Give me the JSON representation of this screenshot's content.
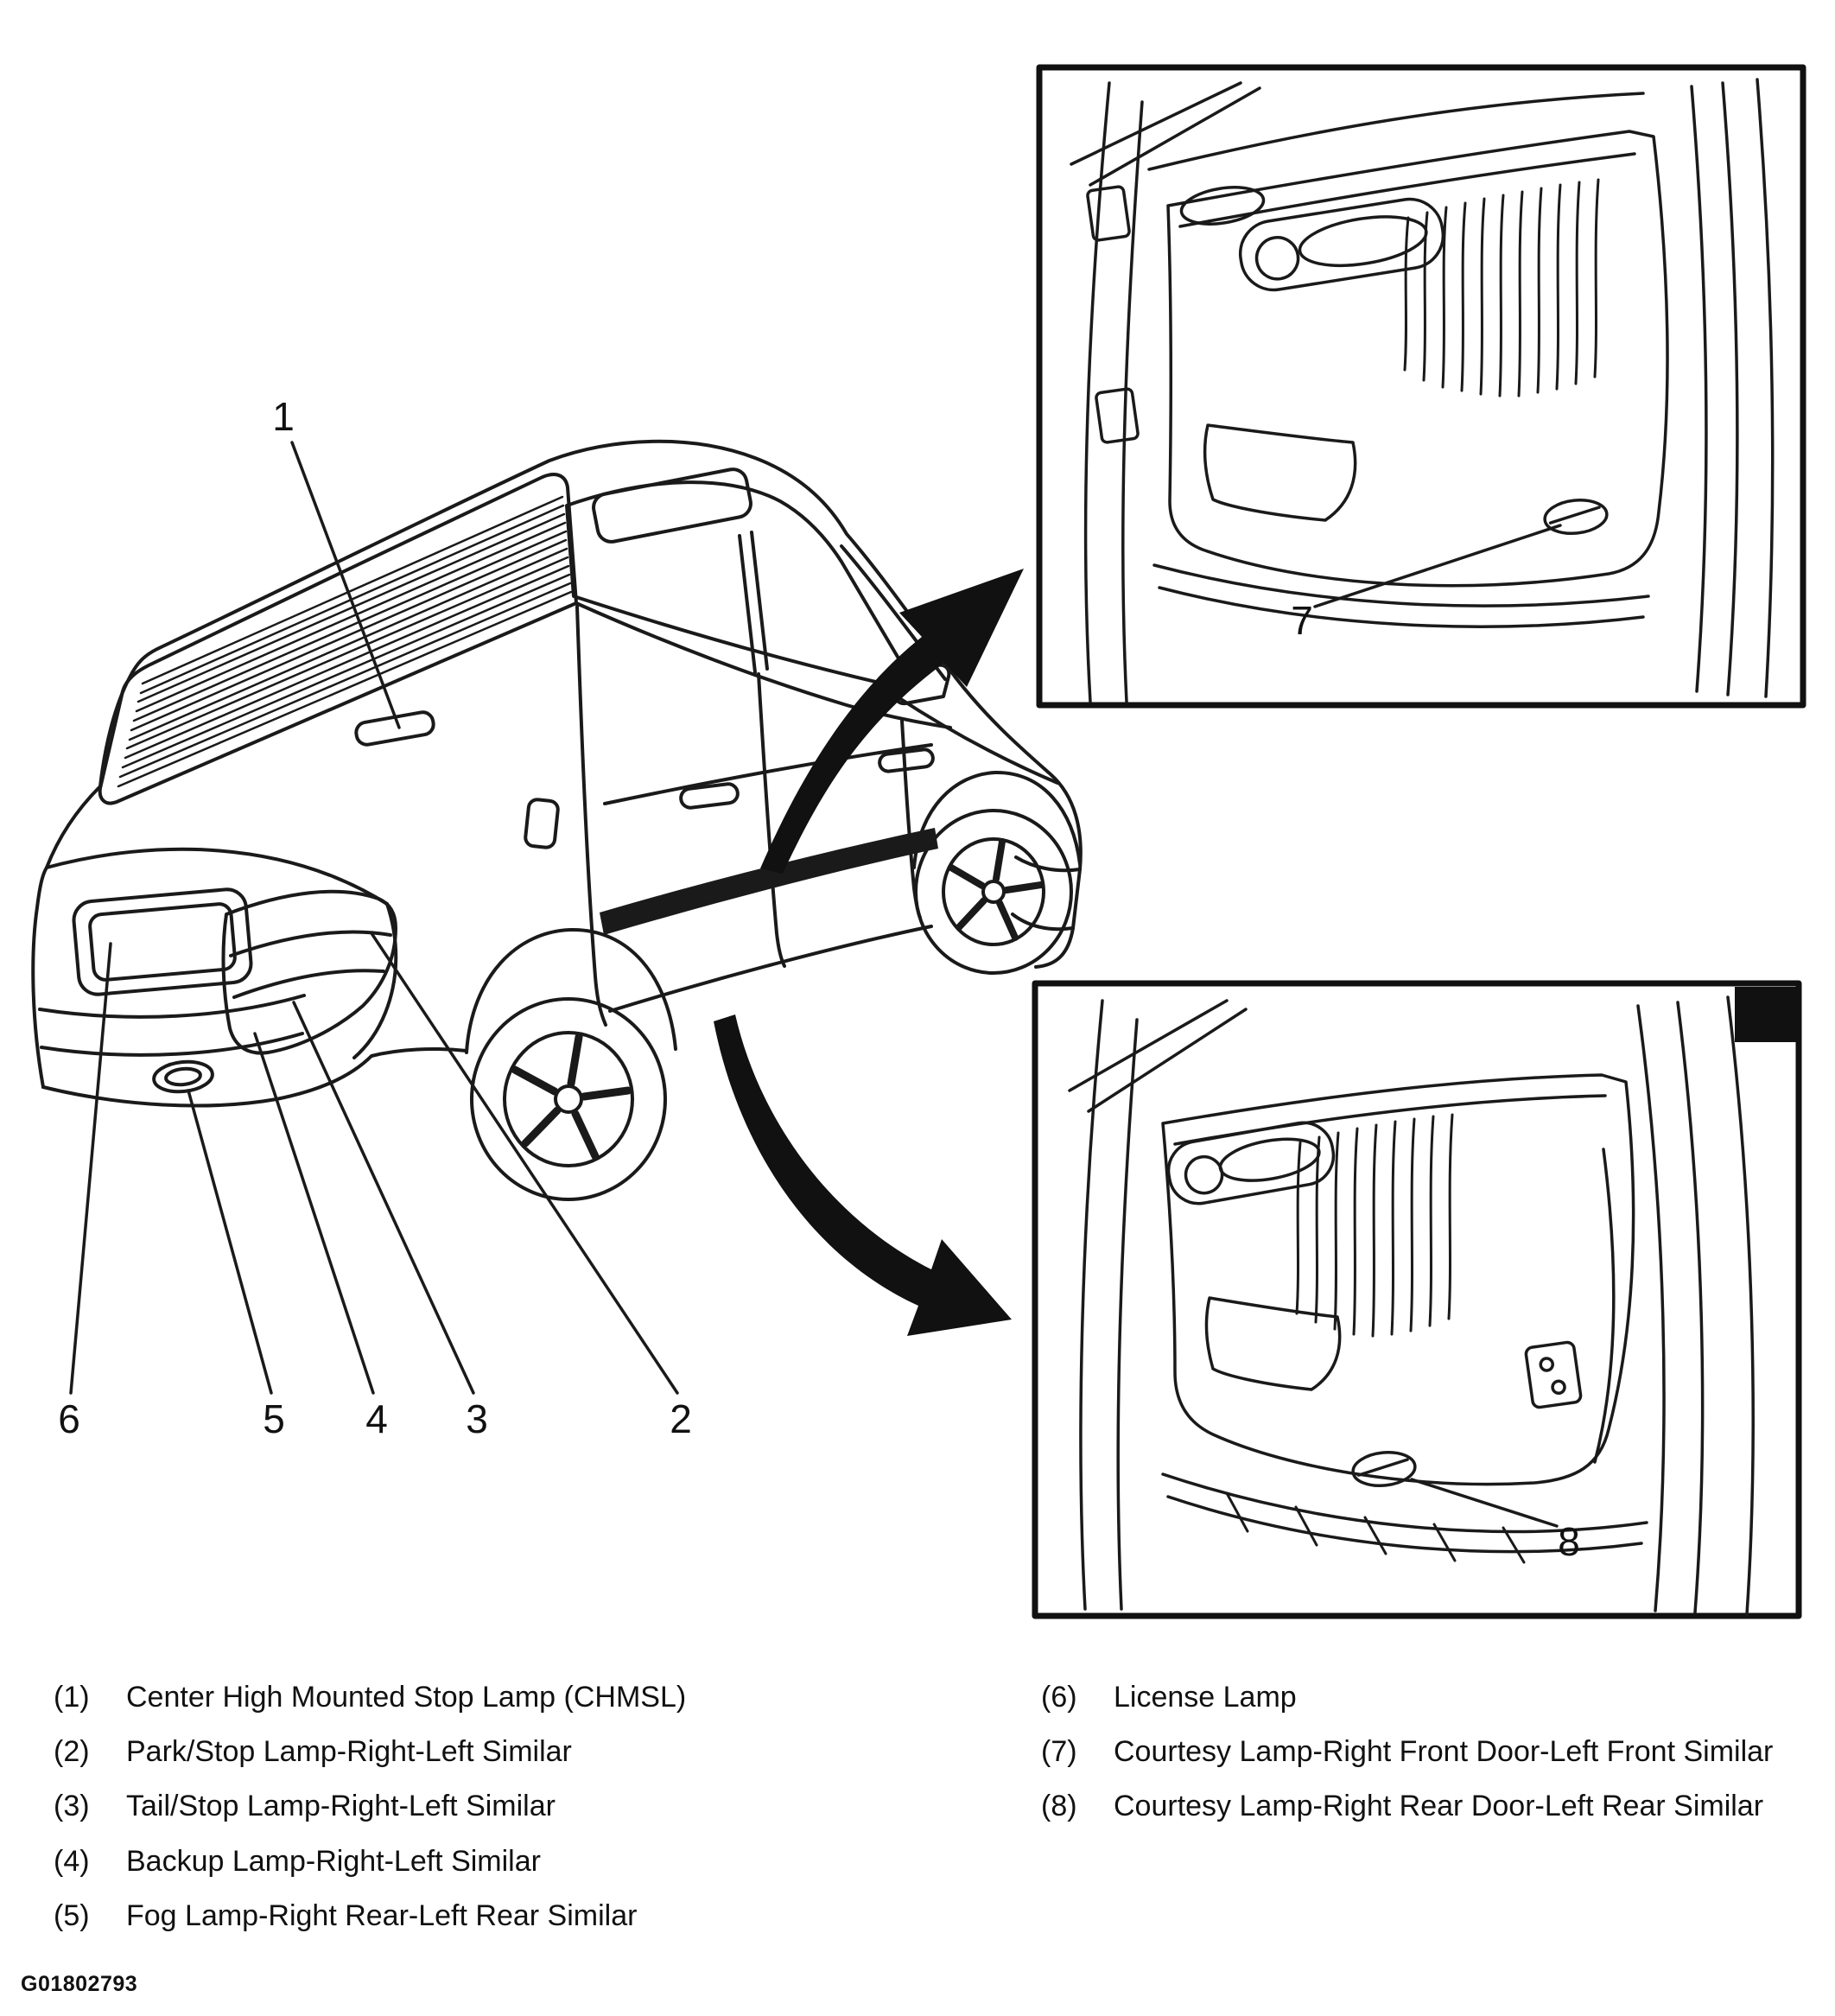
{
  "figure_title": "Rear exterior lamps and courtesy lamp locations diagram",
  "figure_id": "G01802793",
  "colors": {
    "ink": "#1a1a1a",
    "background": "#ffffff",
    "arrow": "#111111"
  },
  "callouts": {
    "c1": "1",
    "c2": "2",
    "c3": "3",
    "c4": "4",
    "c5": "5",
    "c6": "6",
    "c7": "7",
    "c8": "8"
  },
  "legend": {
    "left": [
      {
        "num": "(1)",
        "label": "Center High Mounted Stop Lamp (CHMSL)"
      },
      {
        "num": "(2)",
        "label": "Park/Stop Lamp-Right-Left Similar"
      },
      {
        "num": "(3)",
        "label": "Tail/Stop Lamp-Right-Left Similar"
      },
      {
        "num": "(4)",
        "label": "Backup Lamp-Right-Left Similar"
      },
      {
        "num": "(5)",
        "label": "Fog Lamp-Right Rear-Left Rear Similar"
      }
    ],
    "right": [
      {
        "num": "(6)",
        "label": "License Lamp"
      },
      {
        "num": "(7)",
        "label": "Courtesy Lamp-Right Front Door-Left Front Similar"
      },
      {
        "num": "(8)",
        "label": "Courtesy Lamp-Right Rear Door-Left Rear Similar"
      }
    ]
  }
}
